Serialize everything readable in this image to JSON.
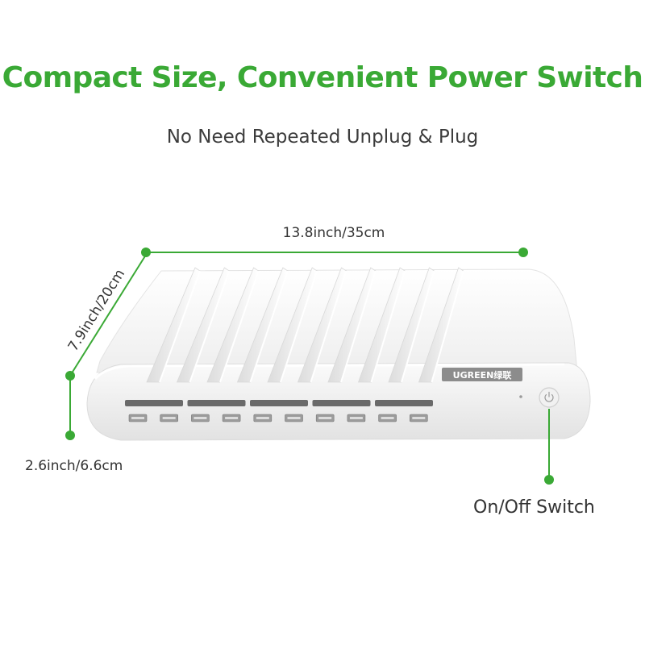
{
  "headline": "Compact Size, Convenient Power Switch",
  "subheadline": "No Need Repeated Unplug & Plug",
  "dimensions": {
    "width": "13.8inch/35cm",
    "depth": "7.9inch/20cm",
    "height": "2.6inch/6.6cm"
  },
  "product": {
    "brand": "UGREEN绿联",
    "usb_port_count": 10,
    "divider_count": 10
  },
  "callout": "On/Off Switch",
  "colors": {
    "accent": "#3aa935",
    "body": "#f7f7f7",
    "text": "#333333"
  },
  "icons": {
    "switch": "power-icon"
  }
}
